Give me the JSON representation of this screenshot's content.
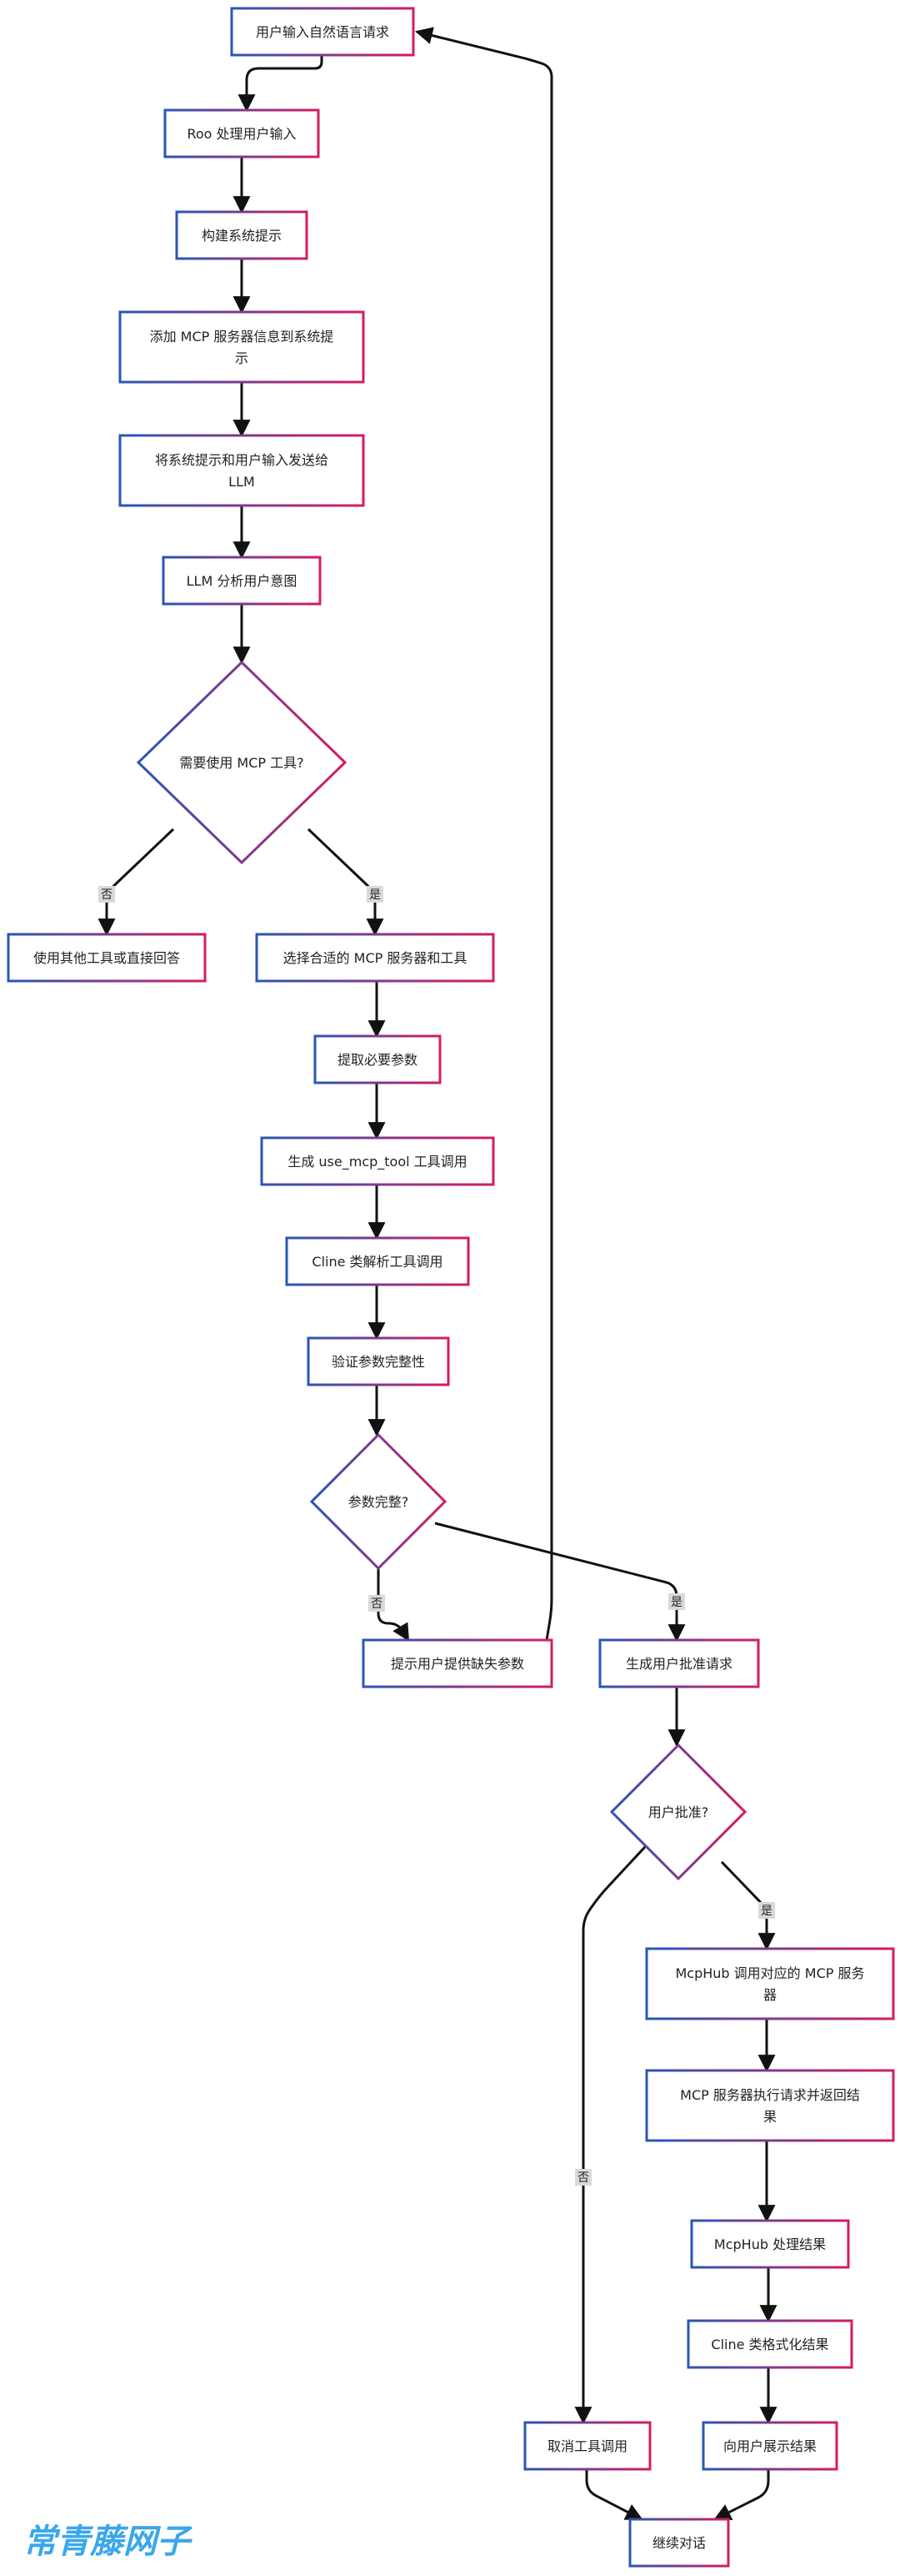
{
  "colors": {
    "box_left": "#2a56b5",
    "box_right": "#d41c64",
    "edge": "#111111",
    "label_bg": "#d9d9d9",
    "watermark": "#3aa7ea"
  },
  "nodes": {
    "n1": {
      "lines": [
        "用户输入自然语言请求"
      ]
    },
    "n2": {
      "lines": [
        "Roo 处理用户输入"
      ]
    },
    "n3": {
      "lines": [
        "构建系统提示"
      ]
    },
    "n4": {
      "lines": [
        "添加 MCP 服务器信息到系统提",
        "示"
      ]
    },
    "n5": {
      "lines": [
        "将系统提示和用户输入发送给",
        "LLM"
      ]
    },
    "n6": {
      "lines": [
        "LLM 分析用户意图"
      ]
    },
    "d1": {
      "lines": [
        "需要使用 MCP 工具?"
      ]
    },
    "n7": {
      "lines": [
        "使用其他工具或直接回答"
      ]
    },
    "n8": {
      "lines": [
        "选择合适的 MCP 服务器和工具"
      ]
    },
    "n9": {
      "lines": [
        "提取必要参数"
      ]
    },
    "n10": {
      "lines": [
        "生成 use_mcp_tool 工具调用"
      ]
    },
    "n11": {
      "lines": [
        "Cline 类解析工具调用"
      ]
    },
    "n12": {
      "lines": [
        "验证参数完整性"
      ]
    },
    "d2": {
      "lines": [
        "参数完整?"
      ]
    },
    "n13": {
      "lines": [
        "提示用户提供缺失参数"
      ]
    },
    "n14": {
      "lines": [
        "生成用户批准请求"
      ]
    },
    "d3": {
      "lines": [
        "用户批准?"
      ]
    },
    "n15": {
      "lines": [
        "McpHub 调用对应的 MCP 服务",
        "器"
      ]
    },
    "n16": {
      "lines": [
        "MCP 服务器执行请求并返回结",
        "果"
      ]
    },
    "n17": {
      "lines": [
        "McpHub 处理结果"
      ]
    },
    "n18": {
      "lines": [
        "Cline 类格式化结果"
      ]
    },
    "n19": {
      "lines": [
        "向用户展示结果"
      ]
    },
    "n20": {
      "lines": [
        "取消工具调用"
      ]
    },
    "n21": {
      "lines": [
        "继续对话"
      ]
    }
  },
  "edge_labels": {
    "no": "否",
    "yes": "是"
  },
  "watermark": "常青藤网子"
}
